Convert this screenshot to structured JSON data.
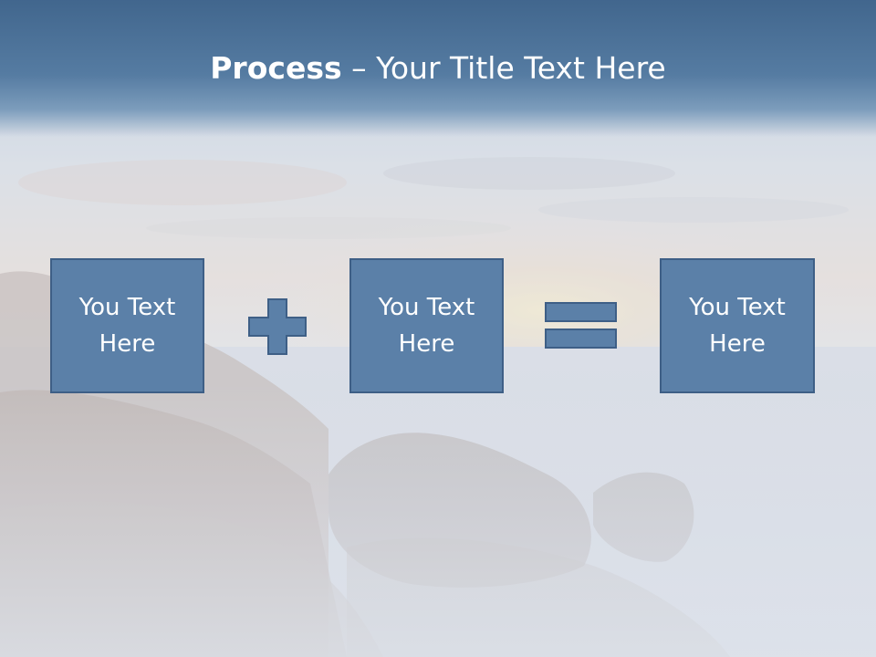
{
  "slide": {
    "title_bold": "Process",
    "title_rest": " – Your Title Text Here"
  },
  "boxes": [
    {
      "text": "You Text\nHere"
    },
    {
      "text": "You Text\nHere"
    },
    {
      "text": "You Text\nHere"
    }
  ],
  "operators": [
    "plus",
    "equals"
  ],
  "colors": {
    "title_band": "#4f77a0",
    "box_fill": "#5b80a8",
    "box_border": "#3e5f86",
    "operator_fill": "#5b80a8",
    "text": "#ffffff"
  }
}
